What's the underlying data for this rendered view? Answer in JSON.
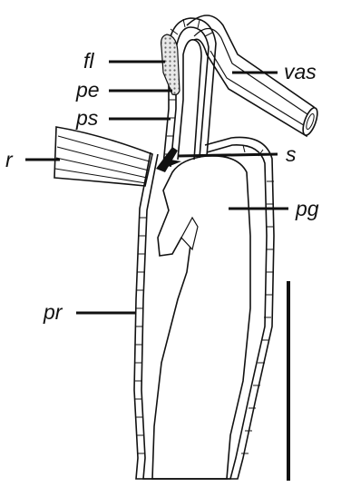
{
  "figure": {
    "background": "#ffffff",
    "ink": "#111111"
  },
  "labels": {
    "fl": "fl",
    "pe": "pe",
    "ps": "ps",
    "vas": "vas",
    "r": "r",
    "s": "s",
    "pg": "pg",
    "pr": "pr"
  }
}
